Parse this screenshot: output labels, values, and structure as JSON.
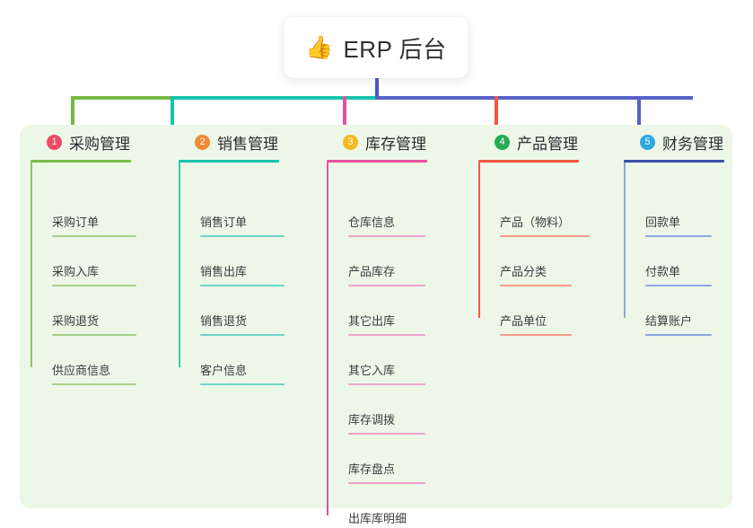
{
  "root": {
    "icon": "thumbs-up-icon",
    "icon_glyph": "👍",
    "title": "ERP 后台"
  },
  "palette": {
    "page_background": "#ffffff",
    "panel_background": "#ecf7e8",
    "card_background": "#ffffff",
    "stem": "#4a55c4",
    "text": "#2b2d2f"
  },
  "columns": [
    {
      "index": "1",
      "label": "采购管理",
      "badge_color": "#ec4b63",
      "rule_color": "#7bbd4a",
      "leaf_rule_color": "#a8d08a",
      "spine_color": "#8cc563",
      "items": [
        {
          "label": "采购订单"
        },
        {
          "label": "采购入库"
        },
        {
          "label": "采购退货"
        },
        {
          "label": "供应商信息"
        }
      ]
    },
    {
      "index": "2",
      "label": "销售管理",
      "badge_color": "#f08a34",
      "rule_color": "#17c4ae",
      "leaf_rule_color": "#6fd6c6",
      "spine_color": "#3ccbb9",
      "items": [
        {
          "label": "销售订单"
        },
        {
          "label": "销售出库"
        },
        {
          "label": "销售退货"
        },
        {
          "label": "客户信息"
        }
      ]
    },
    {
      "index": "3",
      "label": "库存管理",
      "badge_color": "#f5b921",
      "rule_color": "#e8509f",
      "leaf_rule_color": "#efa3cb",
      "spine_color": "#e8509f",
      "items": [
        {
          "label": "仓库信息"
        },
        {
          "label": "产品库存"
        },
        {
          "label": "其它出库"
        },
        {
          "label": "其它入库"
        },
        {
          "label": "库存调拨"
        },
        {
          "label": "库存盘点"
        },
        {
          "label": "出库库明细"
        }
      ]
    },
    {
      "index": "4",
      "label": "产品管理",
      "badge_color": "#27ab54",
      "rule_color": "#f4553f",
      "leaf_rule_color": "#f79b8c",
      "spine_color": "#f4553f",
      "items": [
        {
          "label": "产品（物料）"
        },
        {
          "label": "产品分类"
        },
        {
          "label": "产品单位"
        }
      ]
    },
    {
      "index": "5",
      "label": "财务管理",
      "badge_color": "#2ea8e0",
      "rule_color": "#3b4fa8",
      "leaf_rule_color": "#8fa6de",
      "spine_color": "#8fa6de",
      "items": [
        {
          "label": "回款单"
        },
        {
          "label": "付款单"
        },
        {
          "label": "结算账户"
        }
      ]
    }
  ],
  "connectors": {
    "stem_color": "#4a55c4",
    "bar_segment_left_color": "#76b843",
    "bar_segment_mid_color": "#17c4ae",
    "bar_segment_right_color": "#5661c8",
    "drop_colors": [
      "#76b843",
      "#17c4ae",
      "#e8509f",
      "#f4553f",
      "#5661c8"
    ]
  }
}
